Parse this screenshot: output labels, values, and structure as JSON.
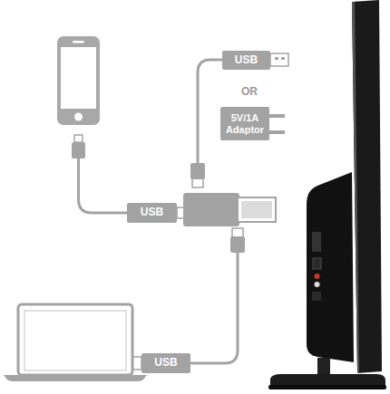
{
  "diagram": {
    "nodes": [
      {
        "text": [
          "USB"
        ]
      },
      {
        "text": [
          "5V/1A Adaptor"
        ]
      },
      {
        "text": [
          "USB"
        ]
      },
      {
        "text": [
          "USB"
        ]
      }
    ],
    "labels": [
      "OR"
    ]
  }
}
